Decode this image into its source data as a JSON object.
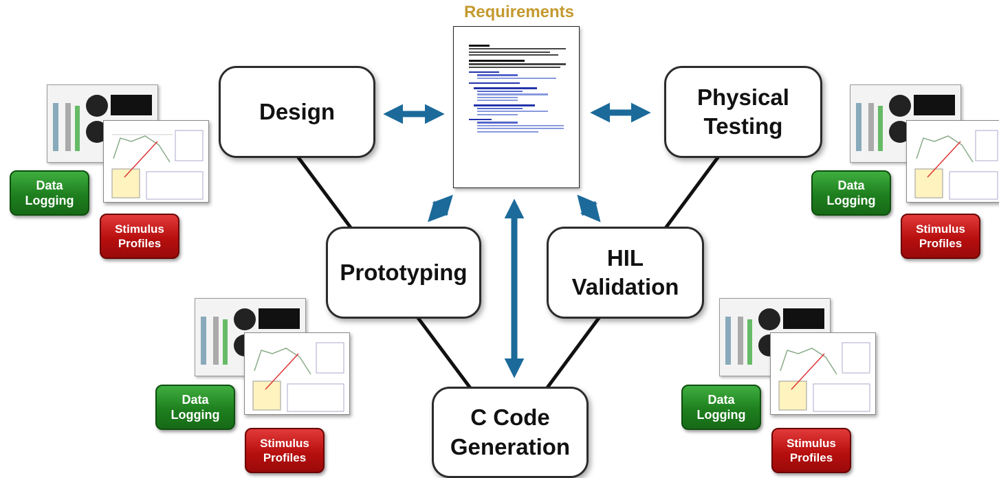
{
  "requirements": {
    "title": "Requirements"
  },
  "nodes": {
    "design": "Design",
    "physical_testing": "Physical\nTesting",
    "prototyping": "Prototyping",
    "hil_validation": "HIL\nValidation",
    "c_code_generation": "C Code\nGeneration"
  },
  "clusters": [
    {
      "data_logging": "Data\nLogging",
      "stimulus_profiles": "Stimulus\nProfiles"
    },
    {
      "data_logging": "Data\nLogging",
      "stimulus_profiles": "Stimulus\nProfiles"
    },
    {
      "data_logging": "Data\nLogging",
      "stimulus_profiles": "Stimulus\nProfiles"
    },
    {
      "data_logging": "Data\nLogging",
      "stimulus_profiles": "Stimulus\nProfiles"
    }
  ],
  "colors": {
    "arrow": "#1b6a9a",
    "title": "#c49a2f",
    "green_button": "#238a23",
    "red_button": "#c01414"
  }
}
